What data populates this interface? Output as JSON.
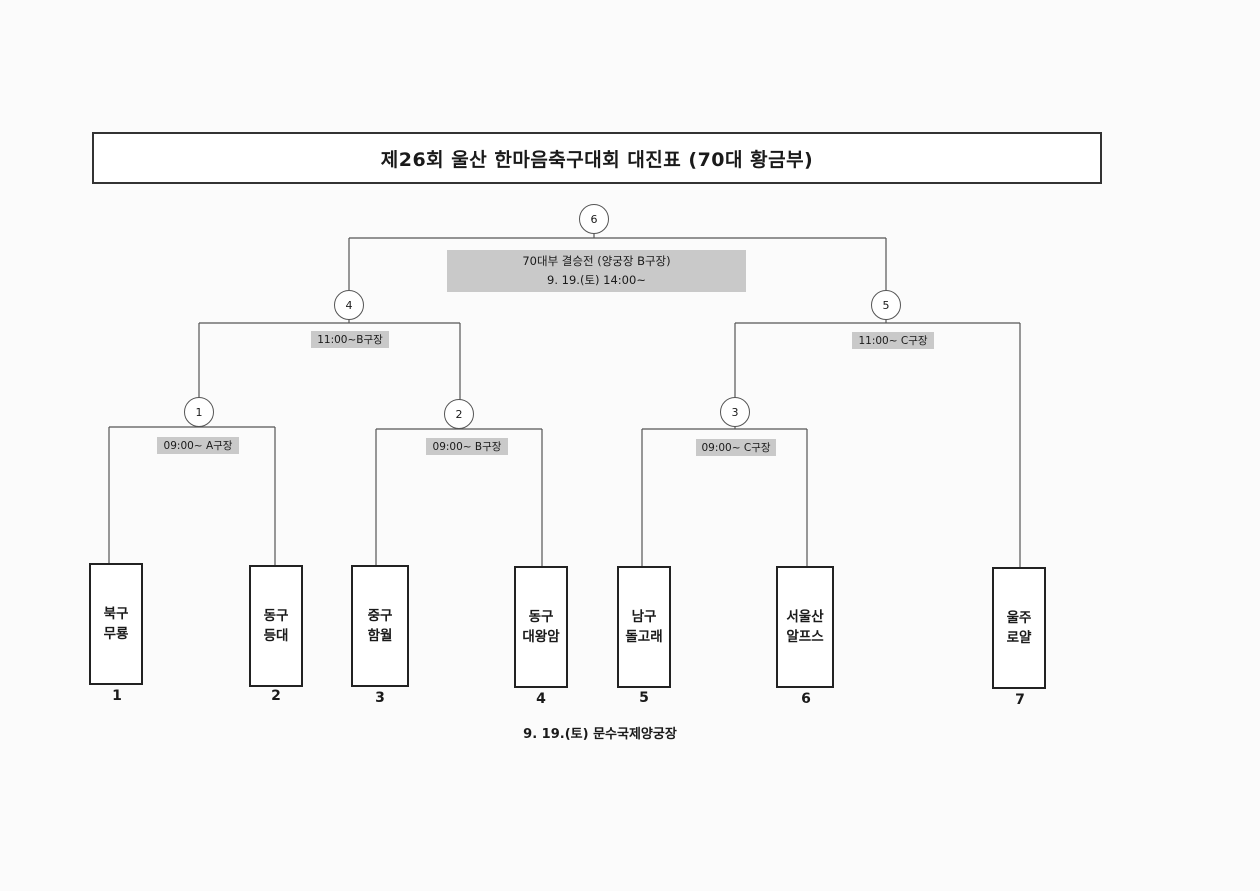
{
  "title": "제26회 울산 한마음축구대회 대진표 (70대 황금부)",
  "final": {
    "match_no": "6",
    "label_line1": "70대부 결승전 (양궁장 B구장)",
    "label_line2": "9. 19.(토) 14:00~"
  },
  "semifinals": [
    {
      "match_no": "4",
      "label": "11:00~B구장"
    },
    {
      "match_no": "5",
      "label": "11:00~ C구장"
    }
  ],
  "first_round": [
    {
      "match_no": "1",
      "label": "09:00~ A구장"
    },
    {
      "match_no": "2",
      "label": "09:00~ B구장"
    },
    {
      "match_no": "3",
      "label": "09:00~ C구장"
    }
  ],
  "teams": [
    {
      "seed": "1",
      "line1": "북구",
      "line2": "무룡"
    },
    {
      "seed": "2",
      "line1": "동구",
      "line2": "등대"
    },
    {
      "seed": "3",
      "line1": "중구",
      "line2": "함월"
    },
    {
      "seed": "4",
      "line1": "동구",
      "line2": "대왕암"
    },
    {
      "seed": "5",
      "line1": "남구",
      "line2": "돌고래"
    },
    {
      "seed": "6",
      "line1": "서울산",
      "line2": "알프스"
    },
    {
      "seed": "7",
      "line1": "울주",
      "line2": "로얄"
    }
  ],
  "footer": "9. 19.(토) 문수국제양궁장"
}
